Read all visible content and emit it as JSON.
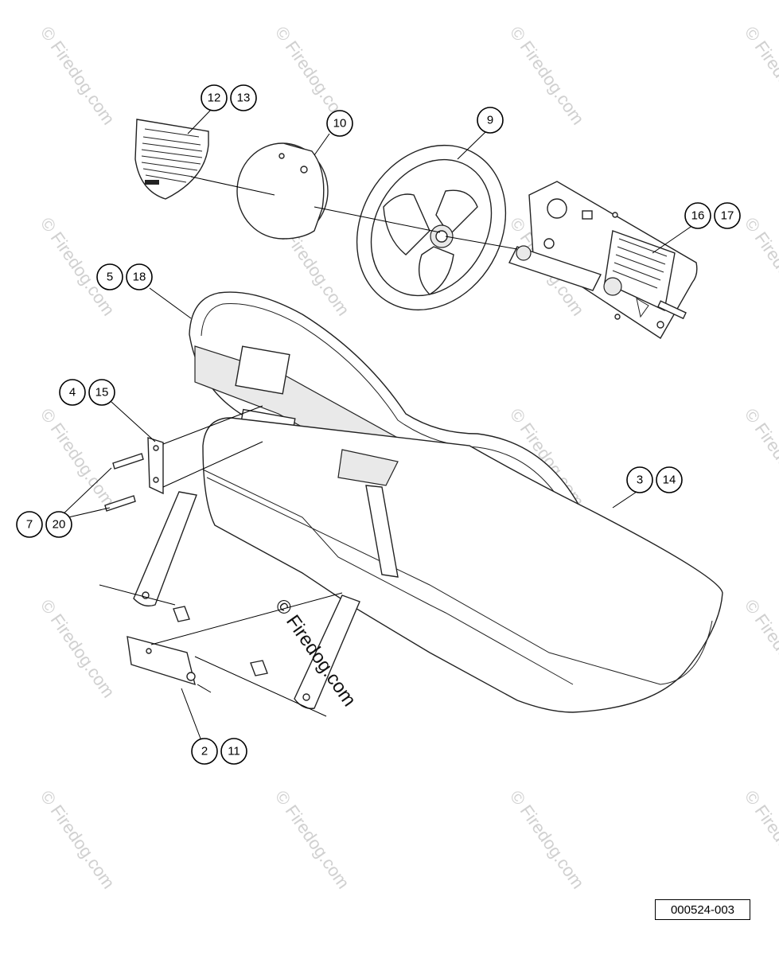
{
  "watermark": "© Firedog.com",
  "reference_code": "000524-003",
  "callouts": [
    {
      "id": "c12",
      "label": "12"
    },
    {
      "id": "c13",
      "label": "13"
    },
    {
      "id": "c10",
      "label": "10"
    },
    {
      "id": "c9",
      "label": "9"
    },
    {
      "id": "c16",
      "label": "16"
    },
    {
      "id": "c17",
      "label": "17"
    },
    {
      "id": "c5",
      "label": "5"
    },
    {
      "id": "c18",
      "label": "18"
    },
    {
      "id": "c4",
      "label": "4"
    },
    {
      "id": "c15",
      "label": "15"
    },
    {
      "id": "c7",
      "label": "7"
    },
    {
      "id": "c20",
      "label": "20"
    },
    {
      "id": "c3",
      "label": "3"
    },
    {
      "id": "c14",
      "label": "14"
    },
    {
      "id": "c2",
      "label": "2"
    },
    {
      "id": "c11",
      "label": "11"
    }
  ]
}
